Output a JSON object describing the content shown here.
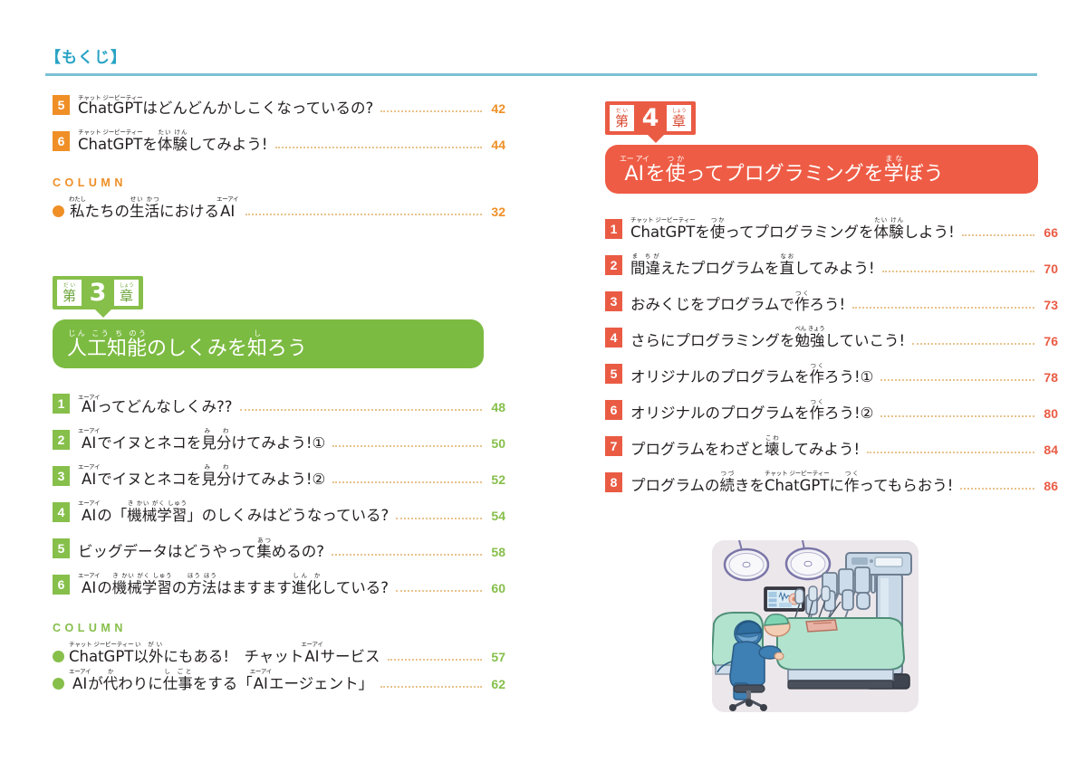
{
  "header": {
    "title": "【もくじ】",
    "rule_color": "#7cc0d4",
    "title_color": "#29a3c4"
  },
  "colors": {
    "orange": "#ef8f26",
    "green": "#86bf4a",
    "red": "#ea5b44",
    "banner_green": "#7cbb42",
    "banner_red": "#ee5c45",
    "leader": "#e8c38e"
  },
  "left_column": {
    "continued_items": [
      {
        "number": "5",
        "title_plain": "ChatGPTはどんどんかしこくなっているの?",
        "ruby_base": "ChatGPT",
        "ruby_text": "チャット ジーピーティー",
        "page": "42"
      },
      {
        "number": "6",
        "title_plain": "ChatGPTを体験してみよう!",
        "ruby_base": "ChatGPT",
        "ruby_text": "チャット ジーピーティー",
        "page": "44"
      }
    ],
    "column_section": {
      "label": "COLUMN",
      "items": [
        {
          "title_plain": "私たちの生活におけるAI",
          "page": "32"
        }
      ]
    },
    "chapter": {
      "tag_dai": "第",
      "tag_dai_ruby": "だい",
      "tag_number": "3",
      "tag_shou": "章",
      "tag_shou_ruby": "しょう",
      "banner_title": "人工知能のしくみを知ろう",
      "items": [
        {
          "number": "1",
          "title_plain": "AIってどんなしくみ??",
          "page": "48"
        },
        {
          "number": "2",
          "title_plain": "AIでイヌとネコを見分けてみよう!①",
          "page": "50"
        },
        {
          "number": "3",
          "title_plain": "AIでイヌとネコを見分けてみよう!②",
          "page": "52"
        },
        {
          "number": "4",
          "title_plain": "AIの「機械学習」のしくみはどうなっている?",
          "page": "54"
        },
        {
          "number": "5",
          "title_plain": "ビッグデータはどうやって集めるの?",
          "page": "58"
        },
        {
          "number": "6",
          "title_plain": "AIの機械学習の方法はますます進化している?",
          "page": "60"
        }
      ],
      "column_section": {
        "label": "COLUMN",
        "items": [
          {
            "title_plain": "ChatGPT以外にもある!　チャットAIサービス",
            "page": "57"
          },
          {
            "title_plain": "AIが代わりに仕事をする「AIエージェント」",
            "page": "62"
          }
        ]
      }
    }
  },
  "right_column": {
    "chapter": {
      "tag_dai": "第",
      "tag_dai_ruby": "だい",
      "tag_number": "4",
      "tag_shou": "章",
      "tag_shou_ruby": "しょう",
      "banner_title": "AIを使ってプログラミングを学ぼう",
      "items": [
        {
          "number": "1",
          "title_plain": "ChatGPTを使ってプログラミングを体験しよう!",
          "page": "66"
        },
        {
          "number": "2",
          "title_plain": "間違えたプログラムを直してみよう!",
          "page": "70"
        },
        {
          "number": "3",
          "title_plain": "おみくじをプログラムで作ろう!",
          "page": "73"
        },
        {
          "number": "4",
          "title_plain": "さらにプログラミングを勉強していこう!",
          "page": "76"
        },
        {
          "number": "5",
          "title_plain": "オリジナルのプログラムを作ろう!①",
          "page": "78"
        },
        {
          "number": "6",
          "title_plain": "オリジナルのプログラムを作ろう!②",
          "page": "80"
        },
        {
          "number": "7",
          "title_plain": "プログラムをわざと壊してみよう!",
          "page": "84"
        },
        {
          "number": "8",
          "title_plain": "プログラムの続きをChatGPTに作ってもらおう!",
          "page": "86"
        }
      ]
    },
    "illustration": {
      "name": "robotic-surgery-illustration",
      "alt": "手術支援ロボットと医師のイラスト"
    }
  }
}
